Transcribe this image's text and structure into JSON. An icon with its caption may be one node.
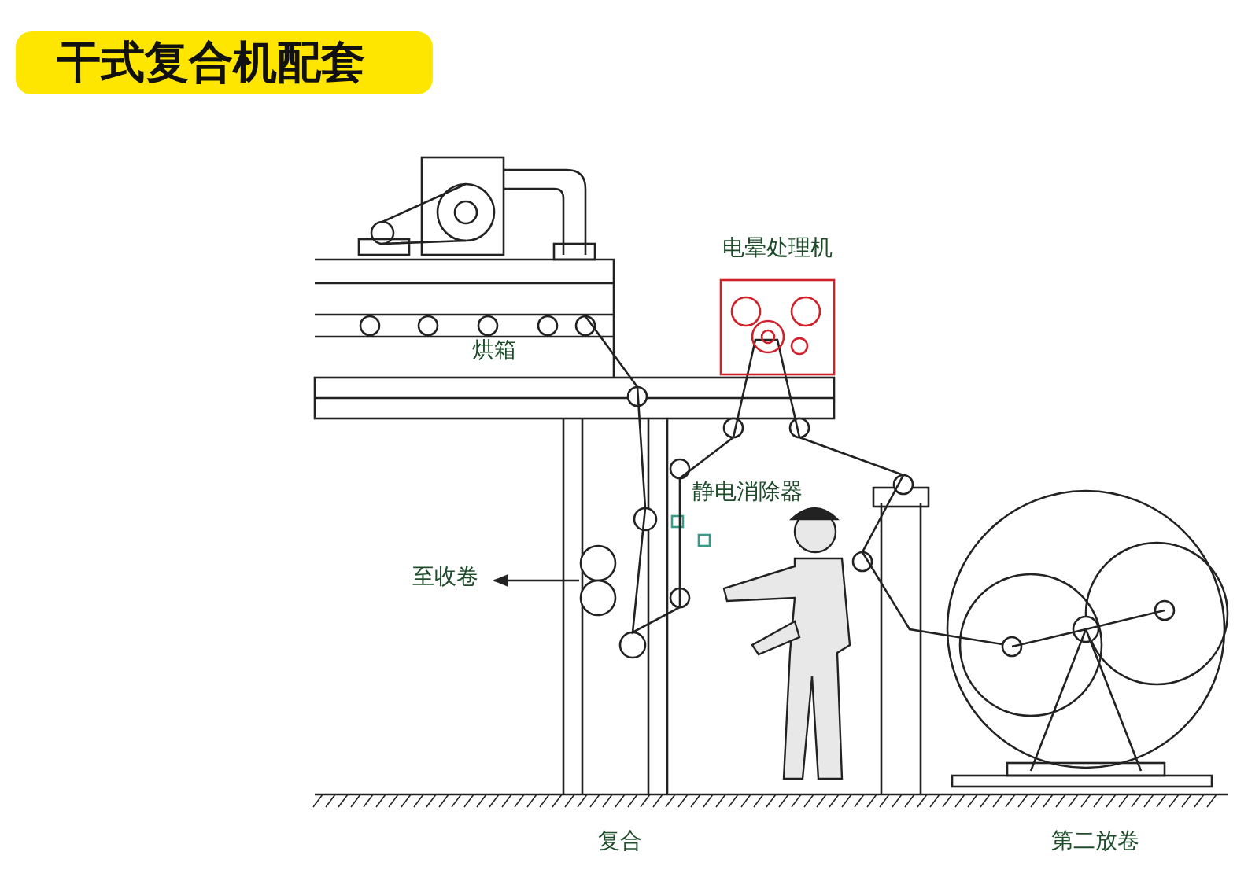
{
  "diagram": {
    "title": "干式复合机配套",
    "nodes": [
      {
        "text": [
          "烘箱"
        ]
      },
      {
        "text": [
          "电晕处理机"
        ]
      },
      {
        "text": [],
        "shape": "circle"
      },
      {
        "text": [
          "至收卷"
        ]
      }
    ],
    "edges": [
      {
        "from": 2,
        "to": 3,
        "arrow": "to"
      }
    ],
    "labels": [
      "静电消除器",
      "复合",
      "第二放卷"
    ]
  }
}
